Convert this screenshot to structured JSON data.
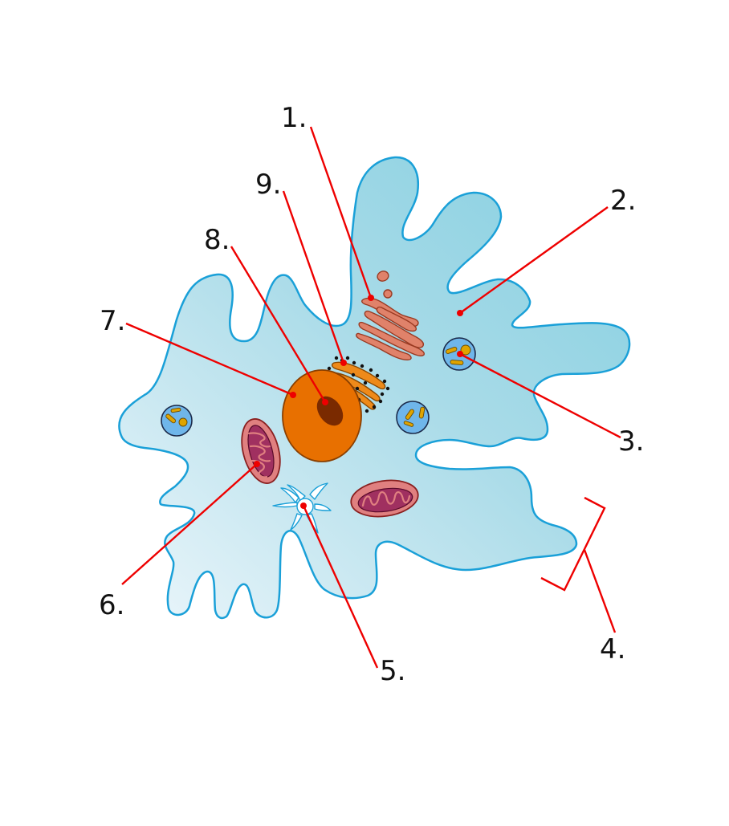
{
  "labels": [
    "1.",
    "2.",
    "3.",
    "4.",
    "5.",
    "6.",
    "7.",
    "8.",
    "9."
  ],
  "colors": {
    "cytoplasm_light": "#eaf5fa",
    "cytoplasm_dark": "#8dd3e0",
    "membrane": "#1aa0d8",
    "nucleus": "#e87000",
    "nucleolus": "#7a2a00",
    "er": "#ee8a1a",
    "golgi": "#e0826a",
    "mitochondrion_outer": "#e08080",
    "mitochondrion_inner": "#a03060",
    "food_vacuole": "#6fb6ea",
    "food_particle": "#e0a400",
    "leader_line": "#ee0000"
  },
  "icons": [
    "golgi-apparatus-icon",
    "nucleus-icon",
    "mitochondrion-icon",
    "food-vacuole-icon",
    "contractile-vacuole-icon",
    "rough-er-icon"
  ]
}
